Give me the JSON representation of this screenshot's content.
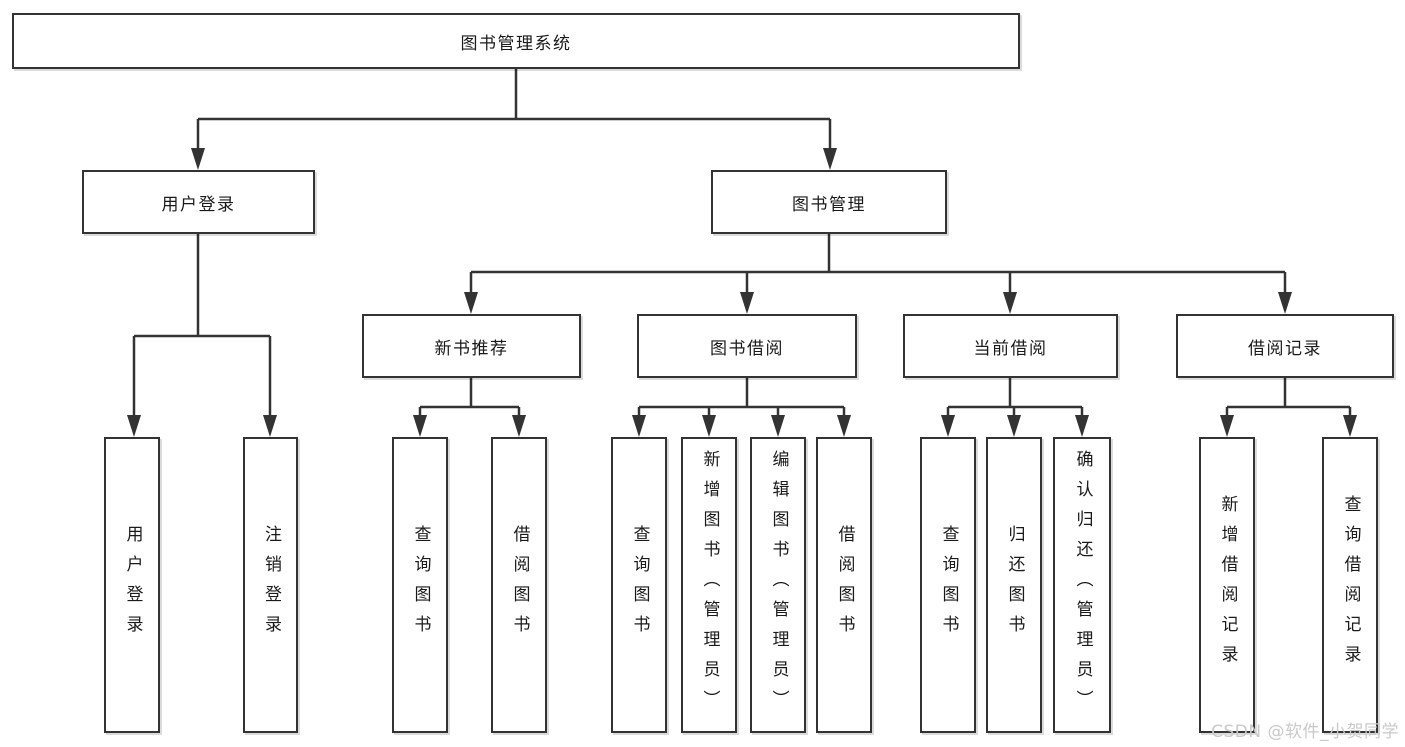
{
  "diagram": {
    "watermark": "CSDN @软件_小贺同学",
    "colors": {
      "line": "#333333",
      "box_border": "#333333",
      "box_fill": "#ffffff",
      "text": "#1a1a1a",
      "watermark": "#c9c9c9",
      "canvas": "#ffffff"
    },
    "tree": {
      "label": "图书管理系统",
      "children": [
        {
          "label": "用户登录",
          "children": [
            {
              "label": "用户登录"
            },
            {
              "label": "注销登录"
            }
          ]
        },
        {
          "label": "图书管理",
          "children": [
            {
              "label": "新书推荐",
              "children": [
                {
                  "label": "查询图书"
                },
                {
                  "label": "借阅图书"
                }
              ]
            },
            {
              "label": "图书借阅",
              "children": [
                {
                  "label": "查询图书"
                },
                {
                  "label": "新增图书（管理员）"
                },
                {
                  "label": "编辑图书（管理员）"
                },
                {
                  "label": "借阅图书"
                }
              ]
            },
            {
              "label": "当前借阅",
              "children": [
                {
                  "label": "查询图书"
                },
                {
                  "label": "归还图书"
                },
                {
                  "label": "确认归还（管理员）"
                }
              ]
            },
            {
              "label": "借阅记录",
              "children": [
                {
                  "label": "新增借阅记录"
                },
                {
                  "label": "查询借阅记录"
                }
              ]
            }
          ]
        }
      ]
    }
  }
}
